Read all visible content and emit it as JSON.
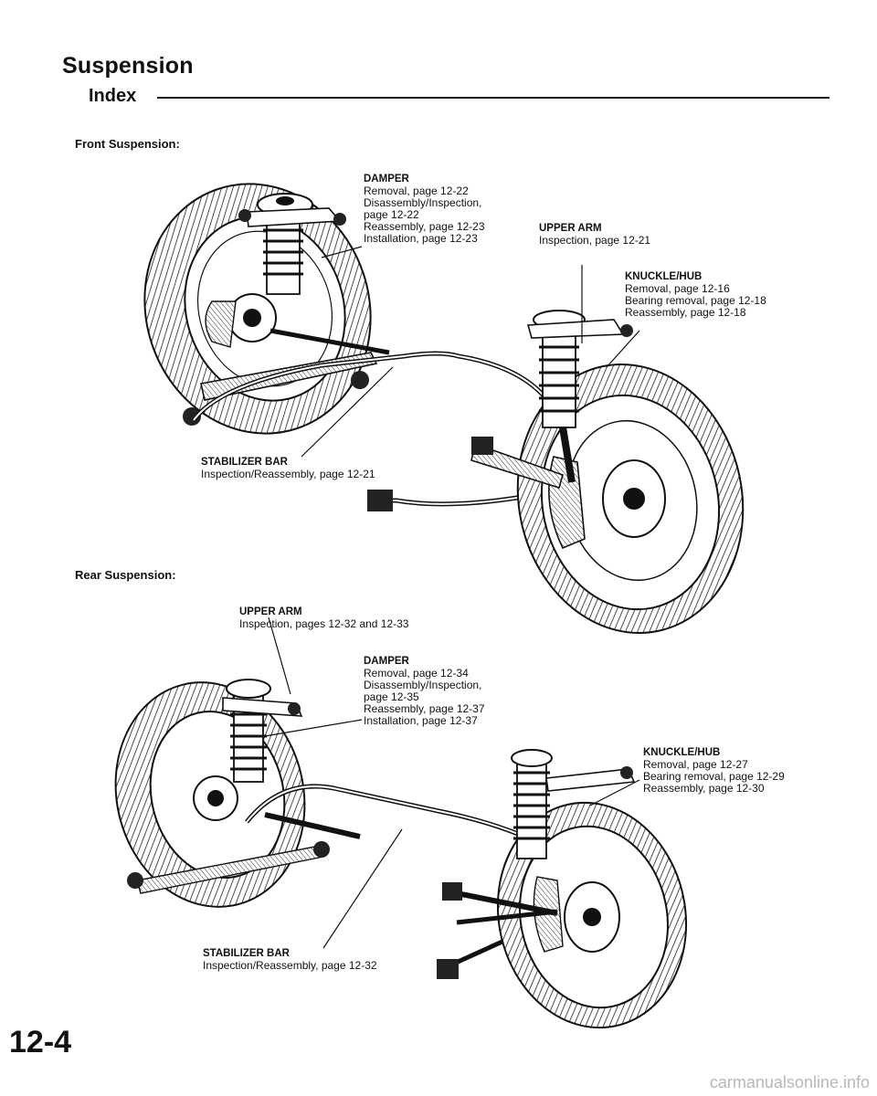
{
  "header": {
    "title": "Suspension",
    "subtitle": "Index"
  },
  "front": {
    "label": "Front Suspension:",
    "damper": {
      "head": "DAMPER",
      "lines": [
        "Removal, page 12-22",
        "Disassembly/Inspection,",
        "page 12-22",
        "Reassembly, page 12-23",
        "Installation, page 12-23"
      ]
    },
    "upper_arm": {
      "head": "UPPER ARM",
      "lines": [
        "Inspection, page 12-21"
      ]
    },
    "knuckle_hub": {
      "head": "KNUCKLE/HUB",
      "lines": [
        "Removal, page 12-16",
        "Bearing removal, page 12-18",
        "Reassembly, page 12-18"
      ]
    },
    "stabilizer_bar": {
      "head": "STABILIZER BAR",
      "lines": [
        "Inspection/Reassembly, page 12-21"
      ]
    }
  },
  "rear": {
    "label": "Rear Suspension:",
    "upper_arm": {
      "head": "UPPER ARM",
      "lines": [
        "Inspection, pages 12-32 and 12-33"
      ]
    },
    "damper": {
      "head": "DAMPER",
      "lines": [
        "Removal, page 12-34",
        "Disassembly/Inspection,",
        "page 12-35",
        "Reassembly, page 12-37",
        "Installation, page 12-37"
      ]
    },
    "knuckle_hub": {
      "head": "KNUCKLE/HUB",
      "lines": [
        "Removal, page 12-27",
        "Bearing removal, page 12-29",
        "Reassembly, page 12-30"
      ]
    },
    "stabilizer_bar": {
      "head": "STABILIZER BAR",
      "lines": [
        "Inspection/Reassembly, page 12-32"
      ]
    }
  },
  "footer": {
    "page_number": "12-4",
    "watermark": "carmanualsonline.info"
  }
}
